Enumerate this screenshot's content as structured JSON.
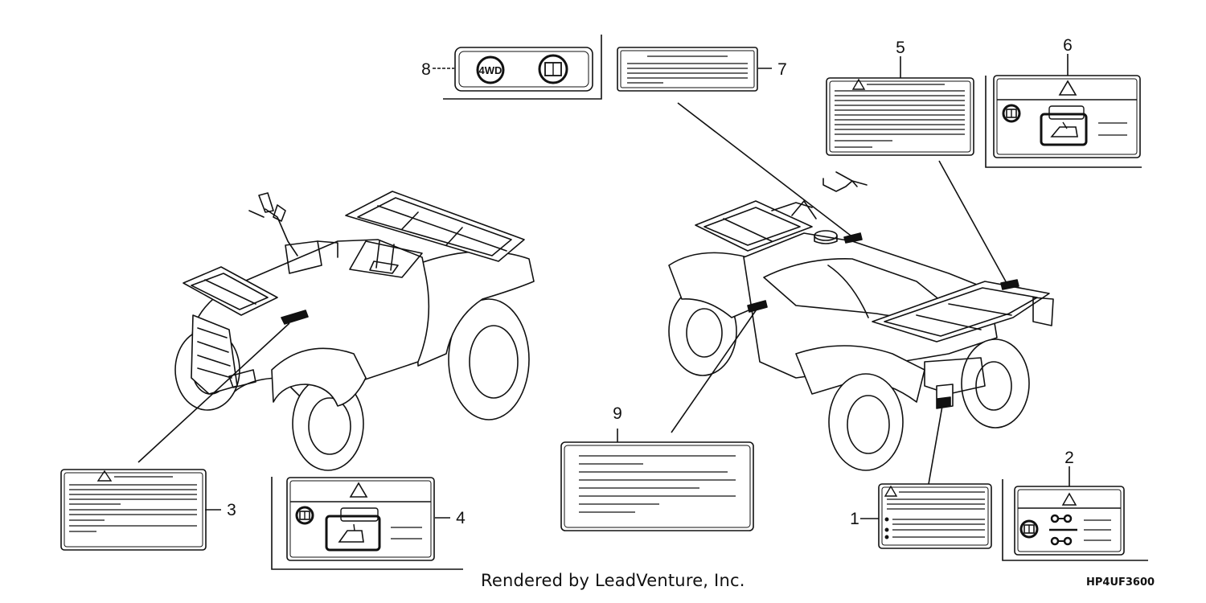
{
  "callouts": {
    "label_1": "1",
    "label_2": "2",
    "label_3": "3",
    "label_4": "4",
    "label_5": "5",
    "label_6": "6",
    "label_7": "7",
    "label_8": "8",
    "label_9": "9"
  },
  "icons": {
    "fwd_text": "4WD",
    "warning_icon": "warning-triangle-icon",
    "manual_icon": "owner-manual-icon"
  },
  "footer": {
    "credit": "Rendered by LeadVenture, Inc.",
    "diagram_code": "HP4UF3600"
  }
}
